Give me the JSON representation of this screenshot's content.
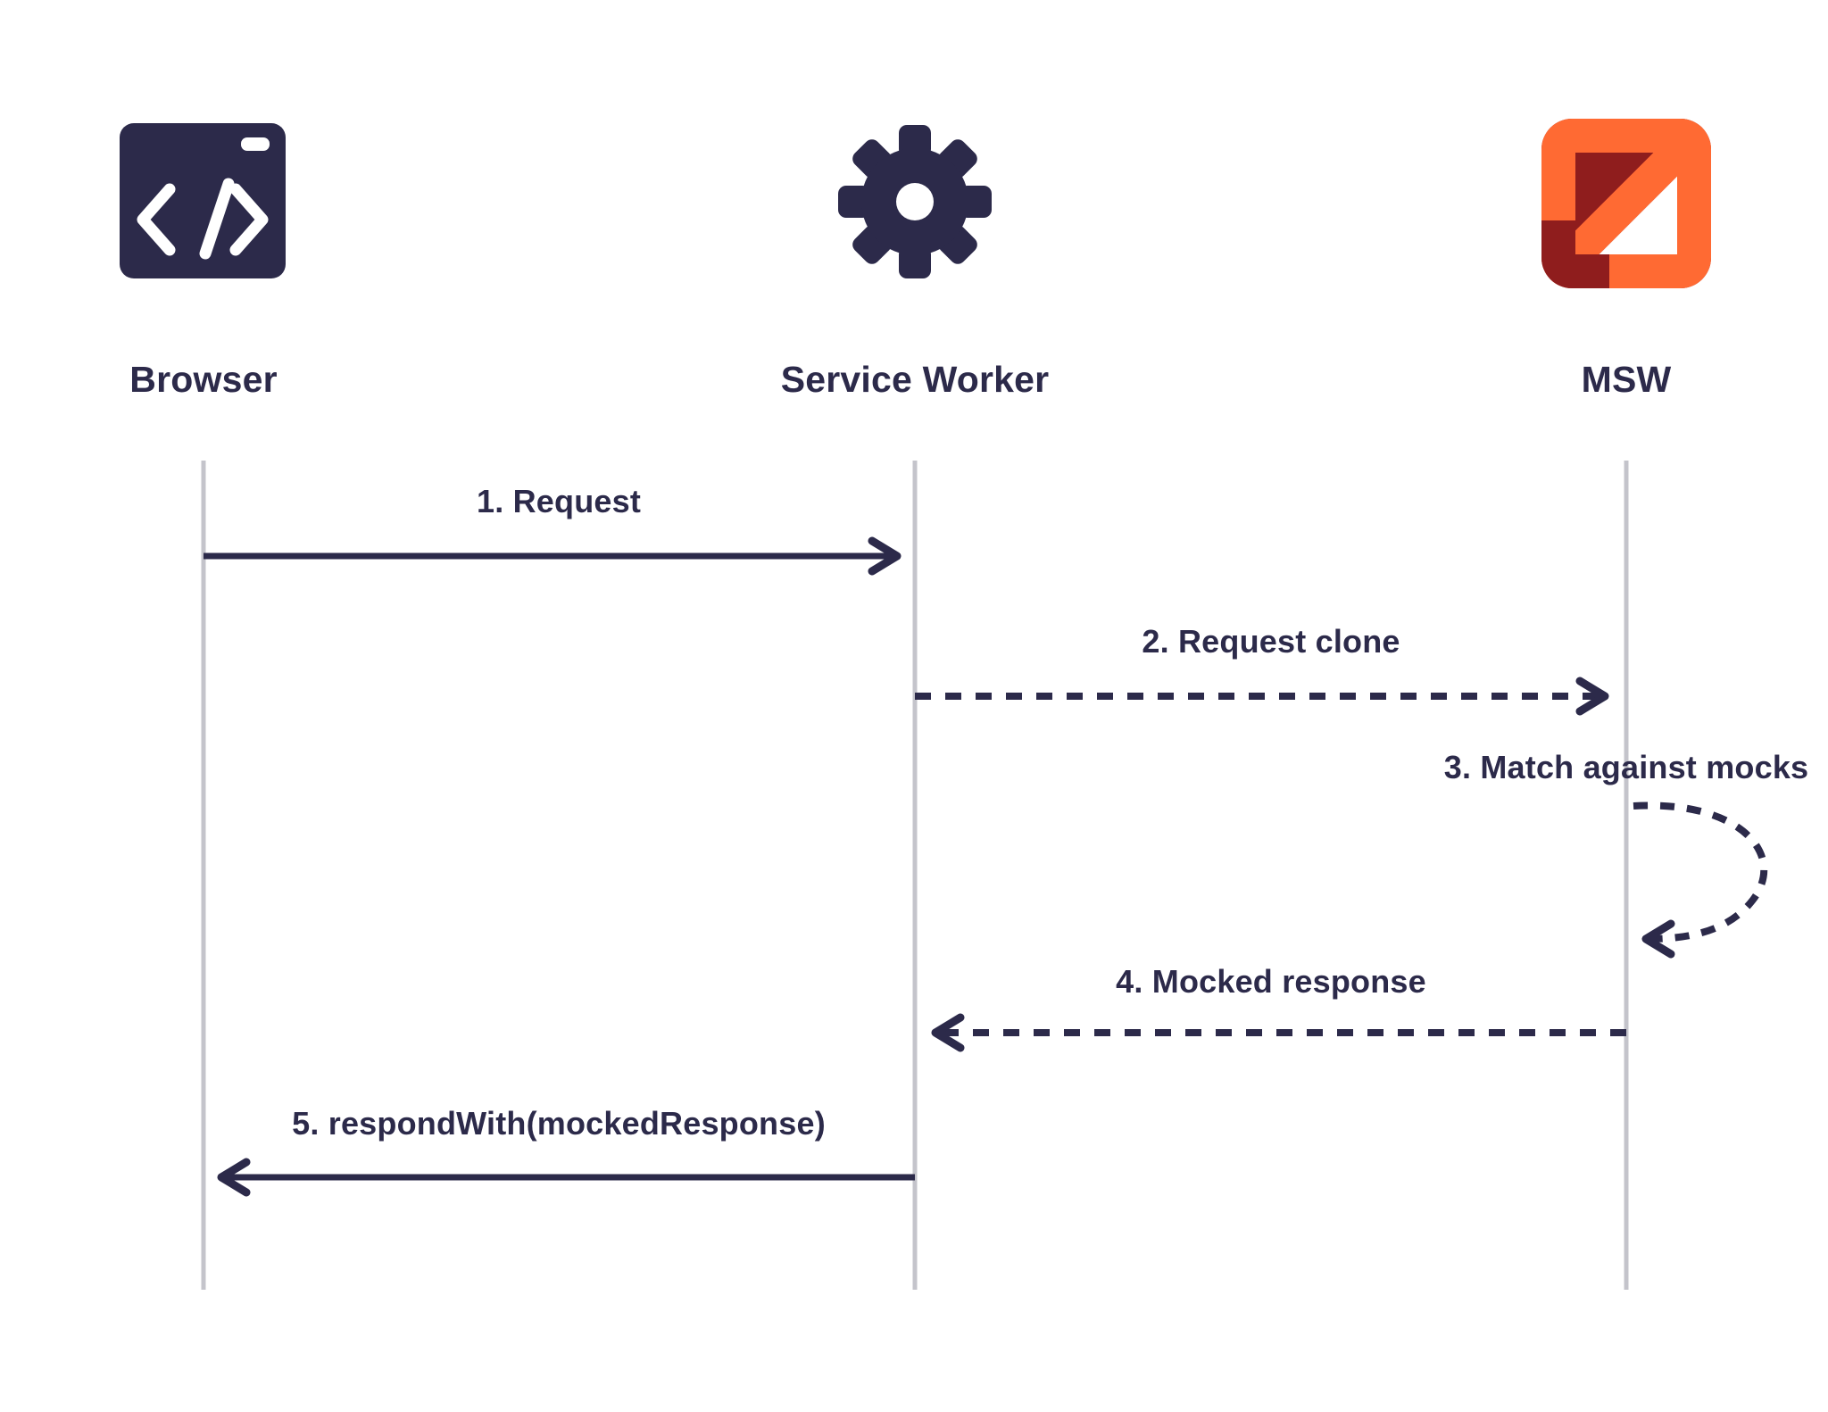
{
  "diagram": {
    "type": "sequence",
    "actors": [
      {
        "id": "browser",
        "label": "Browser",
        "icon": "code-window-icon"
      },
      {
        "id": "service-worker",
        "label": "Service Worker",
        "icon": "gear-icon"
      },
      {
        "id": "msw",
        "label": "MSW",
        "icon": "msw-logo-icon"
      }
    ],
    "messages": [
      {
        "label": "1. Request",
        "from": "browser",
        "to": "service-worker",
        "style": "solid"
      },
      {
        "label": "2. Request clone",
        "from": "service-worker",
        "to": "msw",
        "style": "dashed"
      },
      {
        "label": "3. Match against mocks",
        "from": "msw",
        "to": "msw",
        "style": "dashed-self-loop"
      },
      {
        "label": "4. Mocked response",
        "from": "msw",
        "to": "service-worker",
        "style": "dashed"
      },
      {
        "label": "5. respondWith(mockedResponse)",
        "from": "service-worker",
        "to": "browser",
        "style": "solid"
      }
    ],
    "colors": {
      "ink": "#2c2a4a",
      "lifeline": "#c4c4cb",
      "msw_orange": "#ff6a33",
      "msw_red": "#8f1d1d",
      "background": "#ffffff"
    }
  }
}
